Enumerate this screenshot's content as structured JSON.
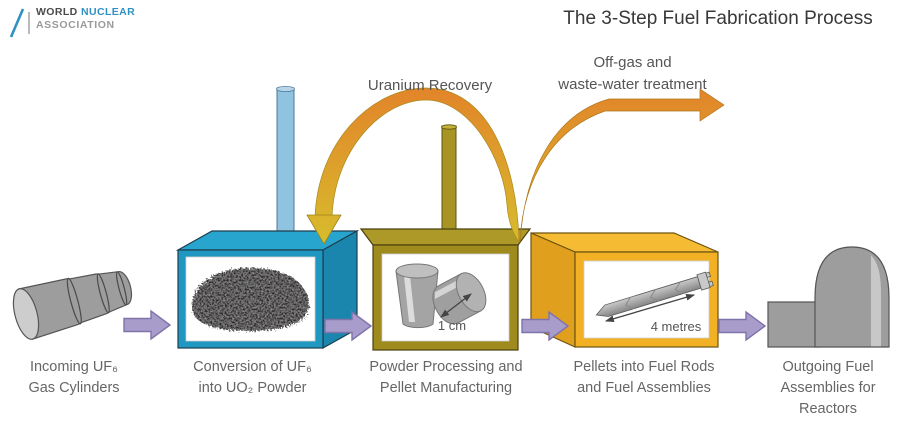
{
  "logo": {
    "word1": "WORLD",
    "word2": "NUCLEAR",
    "line2": "ASSOCIATION"
  },
  "title": "The 3-Step Fuel Fabrication Process",
  "recovery_label": "Uranium Recovery",
  "offgas_label": {
    "line1": "Off-gas and",
    "line2": "waste-water treatment"
  },
  "stages": [
    {
      "id": "incoming-uf6-cylinders",
      "lines": [
        "Incoming UF₆",
        "Gas Cylinders"
      ]
    },
    {
      "id": "conversion-to-uo2",
      "lines": [
        "Conversion of UF₆",
        "into UO₂ Powder"
      ]
    },
    {
      "id": "powder-processing",
      "lines": [
        "Powder Processing and",
        "Pellet Manufacturing"
      ],
      "dimension": "1 cm"
    },
    {
      "id": "pellets-into-rods",
      "lines": [
        "Pellets into Fuel Rods",
        "and Fuel Assemblies"
      ],
      "dimension": "4 metres"
    },
    {
      "id": "outgoing-assemblies",
      "lines": [
        "Outgoing Fuel",
        "Assemblies for",
        "Reactors"
      ]
    }
  ],
  "colors": {
    "conversion_box": "#2097c1",
    "powder_box": "#9f8b1d",
    "rods_box": "#f2b125",
    "flow_arrow": "#a79cca",
    "recovery_yellow": "#d7bd2c",
    "offgas_orange": "#e2852a",
    "logo_blue": "#3091c2"
  }
}
